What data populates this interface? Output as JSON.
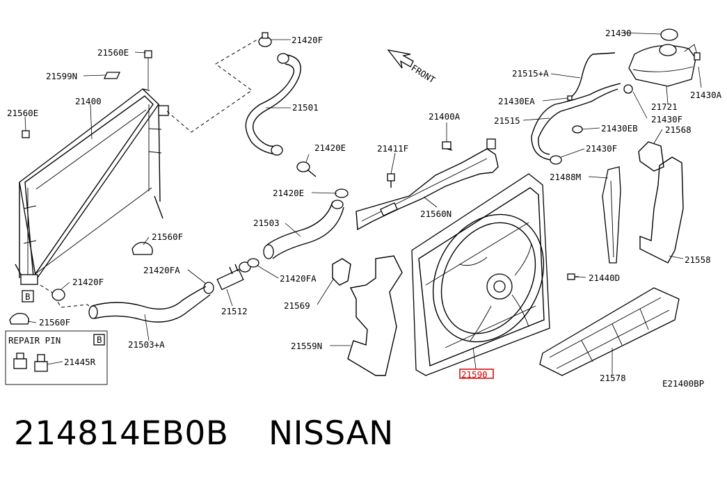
{
  "direction_label": "FRONT",
  "diagram_code": "E21400BP",
  "highlight_color": "#d40000",
  "footer": {
    "part_number": "214814EB0B",
    "brand": "NISSAN"
  },
  "repair_box": {
    "title": "REPAIR PIN",
    "marker": "B",
    "part_label": "21445R"
  },
  "callout_marker": "B",
  "labels": {
    "p21420F_top": "21420F",
    "p21560E_top": "21560E",
    "p21599N": "21599N",
    "p21400": "21400",
    "p21560E_left": "21560E",
    "p21501": "21501",
    "p21420E_1": "21420E",
    "p21420E_2": "21420E",
    "p21503": "21503",
    "p21560F_mid": "21560F",
    "p21420FA_left": "21420FA",
    "p21420FA_right": "21420FA",
    "p21420F_left": "21420F",
    "p21512": "21512",
    "p21560F_bot": "21560F",
    "p21503A": "21503+A",
    "p21411F": "21411F",
    "p21400A": "21400A",
    "p21560N": "21560N",
    "p21569": "21569",
    "p21559N": "21559N",
    "p21590": "21590",
    "p21430": "21430",
    "p21515A": "21515+A",
    "p21430EA": "21430EA",
    "p21515": "21515",
    "p21430EB": "21430EB",
    "p21430F_1": "21430F",
    "p21430F_2": "21430F",
    "p21721": "21721",
    "p21430A": "21430A",
    "p21568": "21568",
    "p21488M": "21488M",
    "p21558": "21558",
    "p21440D": "21440D",
    "p21578": "21578"
  }
}
